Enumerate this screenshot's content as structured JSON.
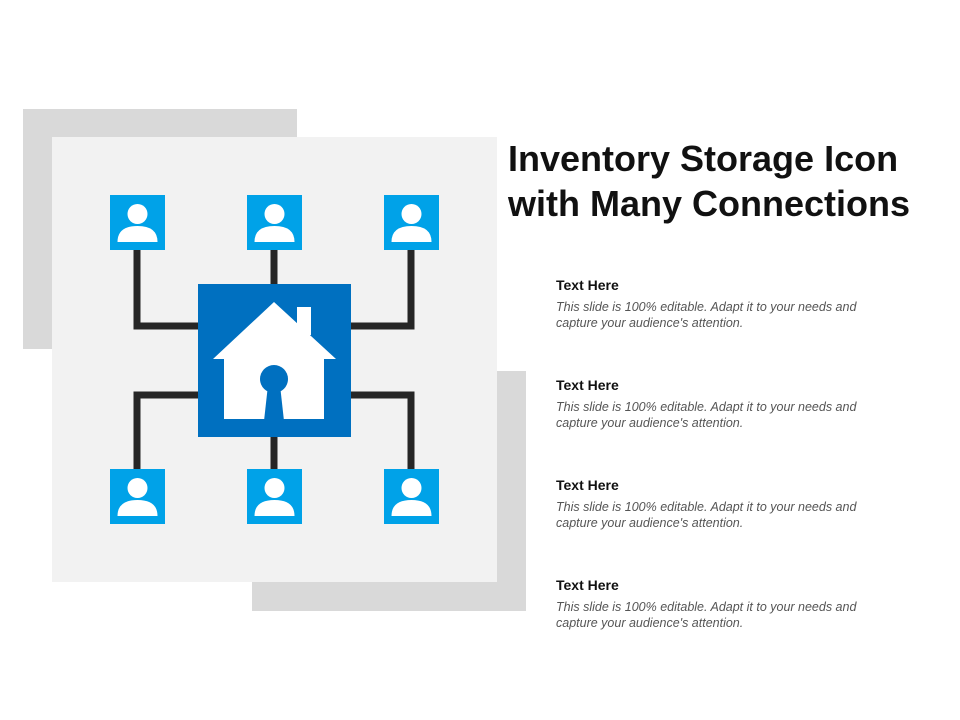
{
  "slide": {
    "title": "Inventory Storage Icon with Many Connections",
    "colors": {
      "hub": "#0070c0",
      "node": "#00a2e8",
      "line": "#262626",
      "panel": "#f2f2f2",
      "shadow": "#d9d9d9"
    }
  },
  "diagram": {
    "hub_icon": "house-keyhole-icon",
    "node_icon": "person-icon",
    "node_count": 6
  },
  "items": [
    {
      "heading": "Text Here",
      "text": "This slide is 100% editable. Adapt it to your needs and capture your audience's attention."
    },
    {
      "heading": "Text Here",
      "text": "This slide is 100% editable. Adapt it to your needs and capture your audience's attention."
    },
    {
      "heading": "Text Here",
      "text": "This slide is 100% editable. Adapt it to your needs and capture your audience's attention."
    },
    {
      "heading": "Text Here",
      "text": "This slide is 100% editable. Adapt it to your needs and capture your audience's attention."
    }
  ]
}
